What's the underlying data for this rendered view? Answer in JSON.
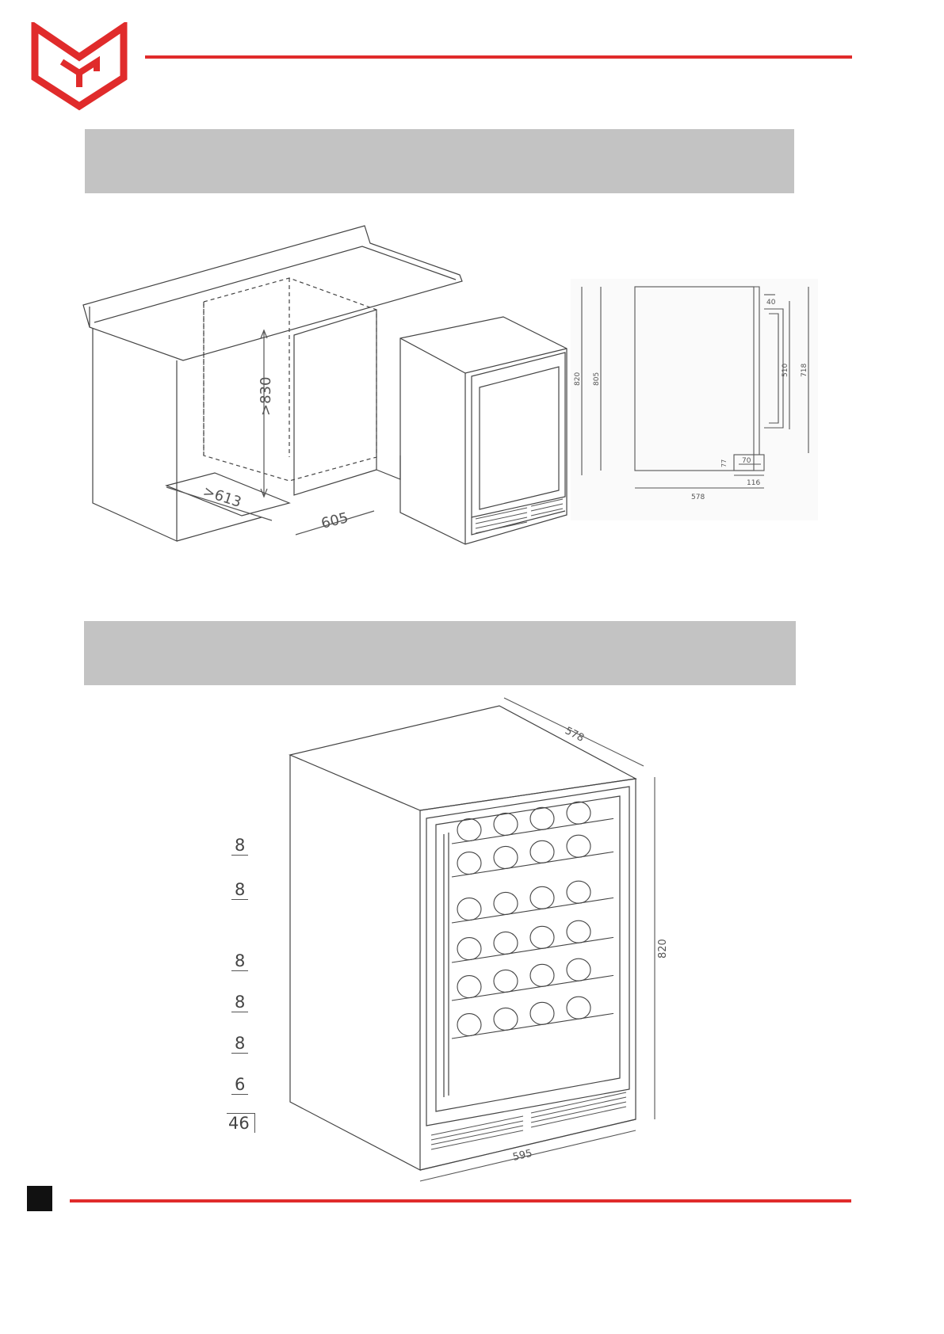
{
  "brand": {
    "accent": "#e02b2b",
    "logo": "brand-shield-logo"
  },
  "install_drawing": {
    "cabinet_height": ">830",
    "cabinet_depth": ">613",
    "cabinet_width": "605"
  },
  "side_view": {
    "height_total": "820",
    "height_body": "805",
    "door_offset": "40",
    "handle_length": "510",
    "door_height": "718",
    "plinth_height": "77",
    "plinth_depth": "70",
    "door_depth": "116",
    "body_depth": "578"
  },
  "product_view": {
    "depth": "578",
    "height": "820",
    "width": "595",
    "shelf_capacities": [
      "8",
      "8",
      "8",
      "8",
      "8",
      "6"
    ],
    "total_capacity": "46"
  },
  "footer": {
    "page_marker": "black-square"
  }
}
